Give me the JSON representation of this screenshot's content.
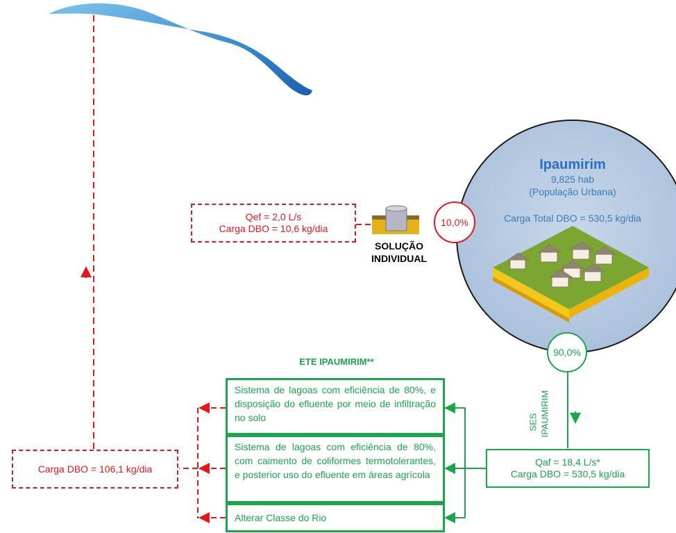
{
  "colors": {
    "red": "#e8161b",
    "green": "#1aa64a",
    "river": "#3a8fd0",
    "city_circle": "#aec3dc",
    "city_title": "#2b6fbf"
  },
  "icons": {
    "river": "river-icon",
    "septic": "septic-tank-icon",
    "city": "city-houses-icon"
  },
  "city": {
    "name": "Ipaumirim",
    "population": "9,825 hab",
    "population_note": "(População Urbana)",
    "total_load": "Carga Total DBO = 530,5 kg/dia"
  },
  "individual": {
    "flow": "Qef = 2,0 L/s",
    "load": "Carga DBO = 10,6 kg/dia",
    "percent": "10,0%",
    "label_line1": "SOLUÇÃO",
    "label_line2": "INDIVIDUAL"
  },
  "ses": {
    "percent": "90,0%",
    "label_line1": "SES",
    "label_line2": "IPAUMIRIM",
    "flow": "Qaf = 18,4 L/s*",
    "load": "Carga DBO = 530,5 kg/dia"
  },
  "ete": {
    "title": "ETE IPAUMIRIM**",
    "options": [
      "Sistema de lagoas com eficiência de 80%, e disposição do efluente por meio de infiltração no solo",
      "Sistema de lagoas com eficiência de 80%, com caimento de coliformes termotolerantes, e posterior uso do efluente em áreas agrícola",
      "Alterar Classe do Rio"
    ]
  },
  "discharge": {
    "load": "Carga DBO = 106,1 kg/dia"
  }
}
